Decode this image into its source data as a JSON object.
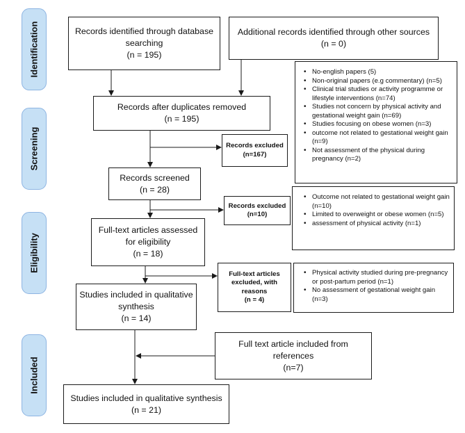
{
  "stages": {
    "identification": "Identification",
    "screening": "Screening",
    "eligibility": "Eligibility",
    "included": "Included"
  },
  "boxes": {
    "db_search": {
      "line1": "Records identified through database",
      "line2": "searching",
      "count": "(n = 195)"
    },
    "other_sources": {
      "line1": "Additional records identified through other sources",
      "count": "(n = 0)"
    },
    "after_duplicates": {
      "line1": "Records after duplicates removed",
      "count": "(n = 195)"
    },
    "screened": {
      "line1": "Records screened",
      "count": "(n = 28)"
    },
    "full_text": {
      "line1": "Full-text articles assessed",
      "line2": "for eligibility",
      "count": "(n = 18)"
    },
    "qualitative_14": {
      "line1": "Studies included in qualitative",
      "line2": "synthesis",
      "count": "(n = 14)"
    },
    "from_references": {
      "line1": "Full text article included from",
      "line2": "references",
      "count": "(n=7)"
    },
    "qualitative_21": {
      "line1": "Studies included in qualitative synthesis",
      "count": "(n = 21)"
    }
  },
  "exclusions": {
    "excluded_1": {
      "label": "Records excluded",
      "count": "(n=167)"
    },
    "excluded_2": {
      "label": "Records excluded",
      "count": "(n=10)"
    },
    "excluded_3": {
      "line1": "Full-text articles",
      "line2": "excluded, with",
      "line3": "reasons",
      "count": "(n = 4)"
    }
  },
  "reasons": {
    "list1": [
      "No-english papers (5)",
      "Non-original papers (e.g commentary) (n=5)",
      "Clinical trial studies or activity programme or lifestyle interventions (n=74)",
      "Studies not concern by physical activity and gestational weight gain (n=69)",
      "Studies focusing on obese women (n=3)",
      "outcome not related to gestational weight gain (n=9)",
      "Not assessment of the physical during pregnancy (n=2)"
    ],
    "list2": [
      "Outcome not related to gestational weight gain (n=10)",
      "Limited to overweight or obese women (n=5)",
      "assessment of physical activity (n=1)"
    ],
    "list3": [
      "Physical activity studied during pre-pregnancy or post-partum period (n=1)",
      "No assessment of gestational weight gain (n=3)"
    ]
  },
  "colors": {
    "stage_fill": "#c6e0f5",
    "stage_border": "#8db4e2",
    "line": "#1a1a1a"
  }
}
